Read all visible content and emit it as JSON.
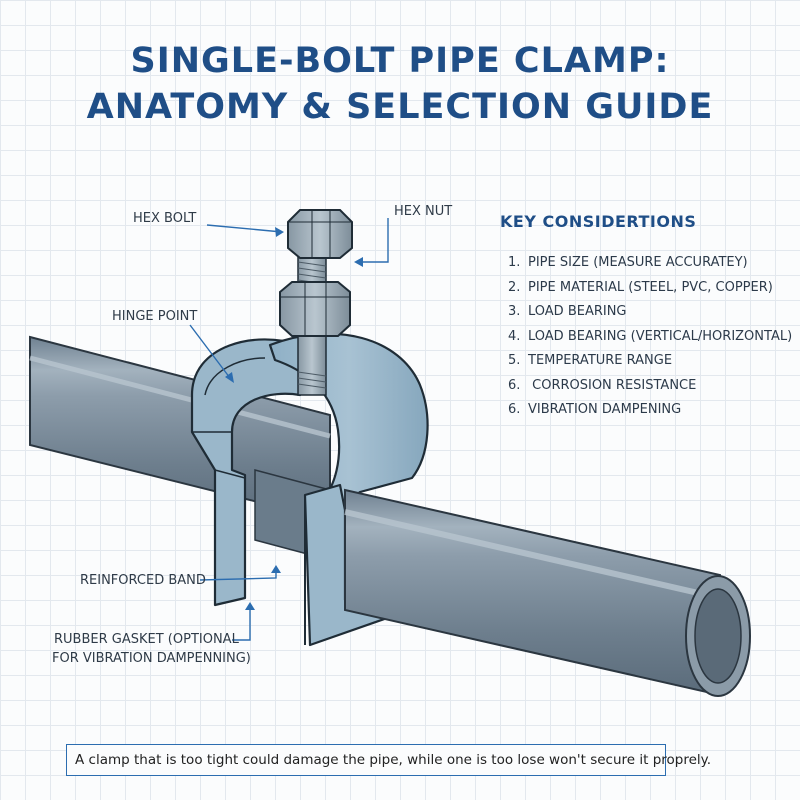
{
  "title": {
    "line1": "SINGLE-BOLT PIPE CLAMP:",
    "line2": "ANATOMY & SELECTION GUIDE"
  },
  "labels": {
    "hex_bolt": "HEX BOLT",
    "hex_nut": "HEX NUT",
    "hinge_point": "HINGE POINT",
    "reinforced_band": "REINFORCED BAND",
    "rubber_gasket_line1": "RUBBER GASKET (OPTIONAL",
    "rubber_gasket_line2": "FOR VIBRATION DAMPENNING)"
  },
  "key_considerations": {
    "title": "KEY CONSIDERTIONS",
    "items": [
      {
        "number": "1.",
        "text": "PIPE SIZE (MEASURE ACCURATEY)"
      },
      {
        "number": "2.",
        "text": "PIPE MATERIAL (STEEL, PVC, COPPER)"
      },
      {
        "number": "3.",
        "text": "LOAD BEARING"
      },
      {
        "number": "4.",
        "text": "LOAD BEARING (VERTICAL/HORIZONTAL)"
      },
      {
        "number": "5.",
        "text": "TEMPERATURE RANGE"
      },
      {
        "number": "6.",
        "text": " CORROSION RESISTANCE"
      },
      {
        "number": "6.",
        "text": "VIBRATION DAMPENING"
      }
    ]
  },
  "note": "A clamp that is too tight could damage the pipe, while one is too lose won't secure it proprely.",
  "colors": {
    "title": "#1f4e87",
    "pipe": "#7d8f9e",
    "clamp": "#95b3c8",
    "bolt": "#9fb0bc",
    "leader": "#2c6db0"
  }
}
